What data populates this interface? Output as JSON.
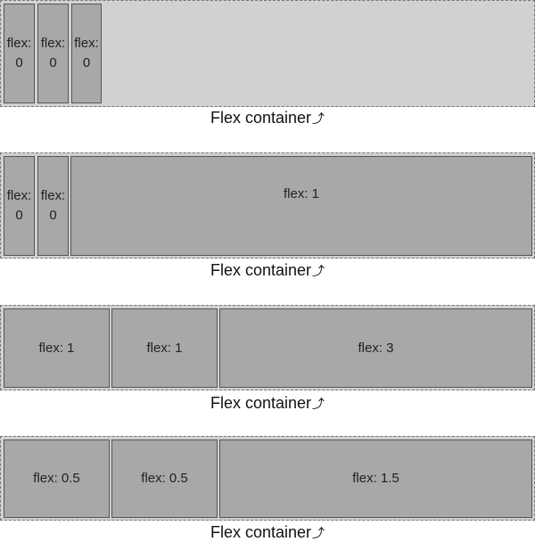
{
  "diagrams": [
    {
      "caption": "Flex container",
      "items": [
        {
          "label": "flex: 0"
        },
        {
          "label": "flex: 0"
        },
        {
          "label": "flex: 0"
        }
      ]
    },
    {
      "caption": "Flex container",
      "items": [
        {
          "label": "flex: 0"
        },
        {
          "label": "flex: 0"
        },
        {
          "label": "flex: 1"
        }
      ]
    },
    {
      "caption": "Flex container",
      "items": [
        {
          "label": "flex: 1"
        },
        {
          "label": "flex: 1"
        },
        {
          "label": "flex: 3"
        }
      ]
    },
    {
      "caption": "Flex container",
      "items": [
        {
          "label": "flex: 0.5"
        },
        {
          "label": "flex: 0.5"
        },
        {
          "label": "flex: 1.5"
        }
      ]
    }
  ],
  "caption_arrow_icon": "curved-arrow-icon",
  "colors": {
    "container_fill": "#d1d1d1",
    "item_fill": "#a8a8a8",
    "item_border": "#555555"
  }
}
